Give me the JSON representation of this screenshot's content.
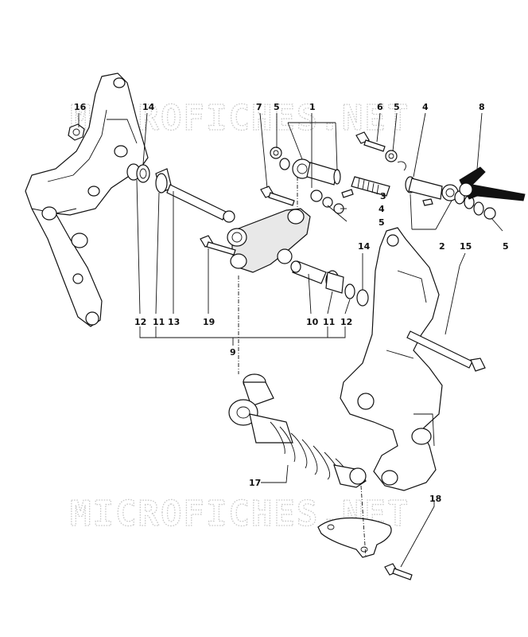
{
  "watermark": {
    "top": "MICROFICHES.NET",
    "bottom": "MICROFICHES.NET"
  },
  "callouts": [
    "16",
    "14",
    "7",
    "5",
    "1",
    "6",
    "5",
    "4",
    "8",
    "3",
    "4",
    "5",
    "2",
    "15",
    "5",
    "14",
    "12",
    "11",
    "13",
    "19",
    "10",
    "11",
    "12",
    "9",
    "17",
    "18"
  ]
}
